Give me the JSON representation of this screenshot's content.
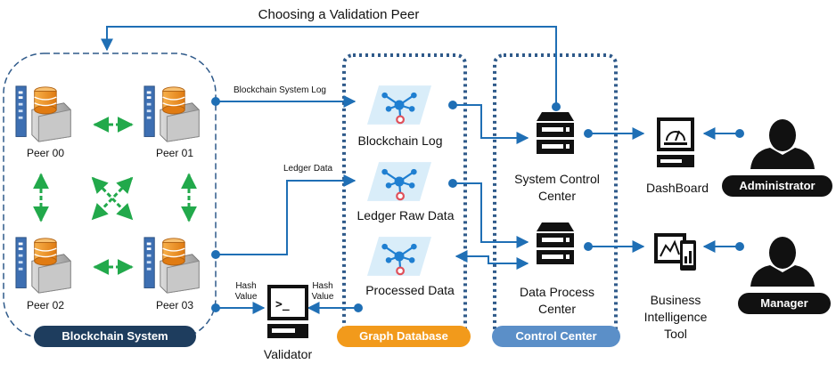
{
  "top_label": "Choosing  a Validation Peer",
  "groups": {
    "blockchain": "Blockchain System",
    "graph": "Graph Database",
    "control": "Control Center"
  },
  "peers": [
    "Peer 00",
    "Peer 01",
    "Peer 02",
    "Peer 03"
  ],
  "edges": {
    "blockchain_system_log": "Blockchain  System Log",
    "ledger_data": "Ledger Data",
    "hash_value_left_1": "Hash",
    "hash_value_left_2": "Value",
    "hash_value_right_1": "Hash",
    "hash_value_right_2": "Value"
  },
  "graph_db": {
    "blockchain_log": "Blockchain Log",
    "ledger_raw_data": "Ledger Raw Data",
    "processed_data": "Processed Data"
  },
  "control": {
    "system_control_1": "System Control",
    "system_control_2": "Center",
    "data_process_1": "Data Process",
    "data_process_2": "Center"
  },
  "outputs": {
    "dashboard": "DashBoard",
    "bi_1": "Business",
    "bi_2": "Intelligence",
    "bi_3": "Tool"
  },
  "users": {
    "administrator": "Administrator",
    "manager": "Manager"
  },
  "validator": "Validator",
  "colors": {
    "blue": "#1f6fb5",
    "green": "#22a94b",
    "navy": "#1e3d5e",
    "orange": "#f29a1b",
    "steel": "#5b8fc8",
    "dash_group": "#2f5a8a"
  }
}
